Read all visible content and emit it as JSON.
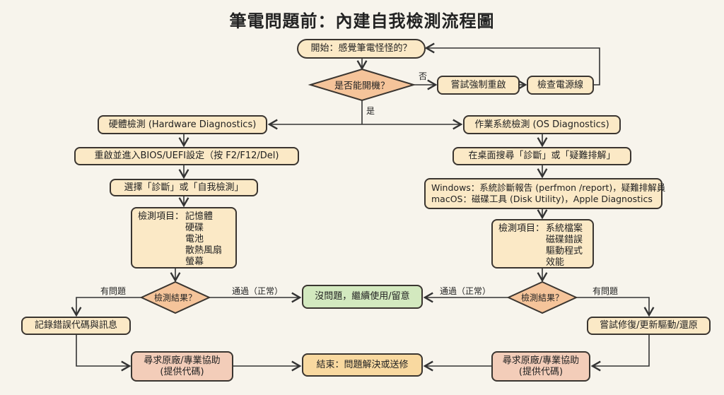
{
  "title": "筆電問題前：內建自我檢測流程圖",
  "colors": {
    "background": "#f7f4ec",
    "box": "#fbe9c6",
    "decision": "#f5c49a",
    "ok": "#d3e9bf",
    "help": "#f3cdb9",
    "end": "#f9d9a0"
  },
  "start": "開始：感覺筆電怪怪的？",
  "boot_decision": "是否能開機？",
  "no_label": "否",
  "yes_label": "是",
  "force_restart": "嘗試強制重啟",
  "check_power": "檢查電源線",
  "hardware": {
    "title": "硬體檢測 (Hardware Diagnostics)",
    "step1": "重啟並進入BIOS/UEFI設定（按 F2/F12/Del)",
    "step2": "選擇「診斷」或「自我檢測」",
    "items_label": "檢測項目：",
    "items": [
      "記憶體",
      "硬碟",
      "電池",
      "散熱風扇",
      "螢幕"
    ],
    "decision": "檢測結果？",
    "problem_label": "有問題",
    "pass_label": "通過（正常）",
    "record": "記錄錯誤代碼與訊息",
    "help": [
      "尋求原廠/專業協助",
      "(提供代碼)"
    ]
  },
  "os": {
    "title": "作業系統檢測 (OS Diagnostics)",
    "step1": "在桌面搜尋「診斷」或「疑難排解」",
    "step2": [
      "Windows：系統診斷報告 (perfmon /report)，疑難排解員",
      "macOS：磁碟工具 (Disk Utility)，Apple Diagnostics"
    ],
    "items_label": "檢測項目：",
    "items": [
      "系統檔案",
      "磁碟錯誤",
      "驅動程式",
      "效能"
    ],
    "decision": "檢測結果？",
    "problem_label": "有問題",
    "pass_label": "通過（正常）",
    "repair": "嘗試修復/更新驅動/還原",
    "help": [
      "尋求原廠/專業協助",
      "(提供代碼)"
    ]
  },
  "ok": "沒問題，繼續使用/留意",
  "end": "結束：問題解決或送修"
}
